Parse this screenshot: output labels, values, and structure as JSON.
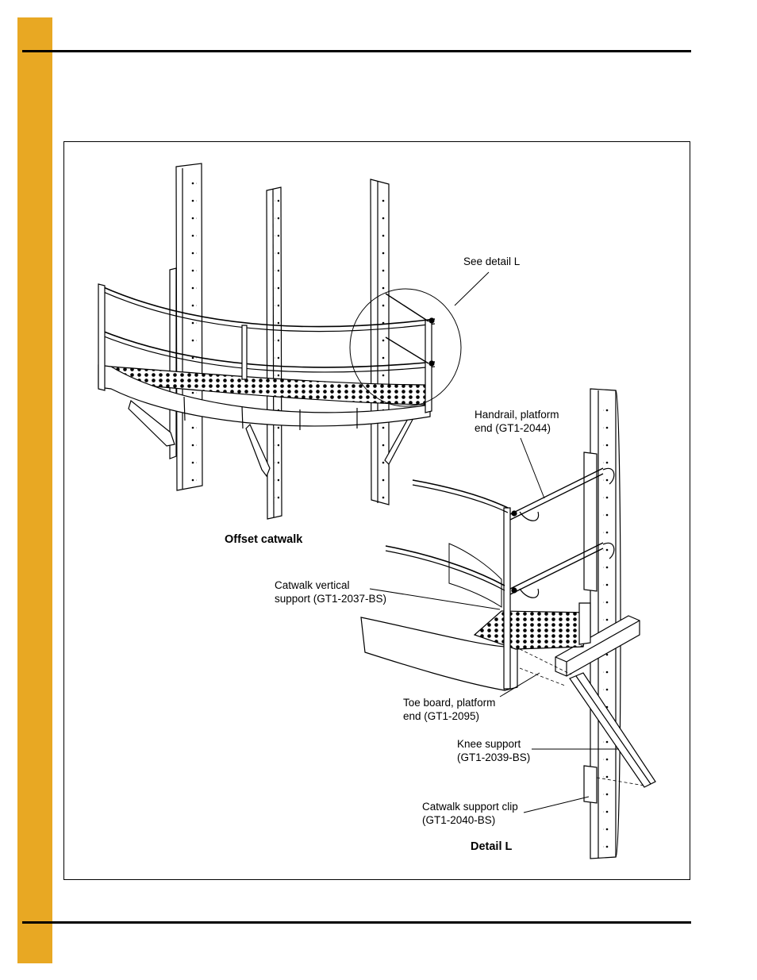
{
  "page": {
    "accent_color": "#E8A823"
  },
  "figure": {
    "labels": {
      "see_detail": "See detail L",
      "handrail_1": "Handrail, platform",
      "handrail_2": "end (GT1-2044)",
      "offset_catwalk": "Offset catwalk",
      "vertical_support_1": "Catwalk vertical",
      "vertical_support_2": "support (GT1-2037-BS)",
      "toe_board_1": "Toe board, platform",
      "toe_board_2": "end (GT1-2095)",
      "knee_support_1": "Knee support",
      "knee_support_2": "(GT1-2039-BS)",
      "support_clip_1": "Catwalk support clip",
      "support_clip_2": "(GT1-2040-BS)",
      "detail_l": "Detail L"
    }
  }
}
